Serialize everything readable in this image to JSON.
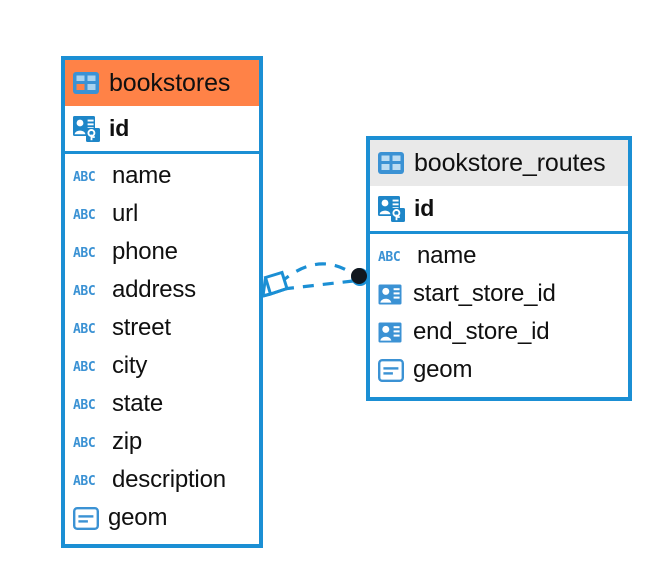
{
  "diagram": {
    "type": "entity-relationship-diagram",
    "background_color": "#ffffff",
    "accent_color": "#1b8fd4",
    "highlight_color": "#ff8247",
    "header_gray": "#e9e9e9",
    "text_color": "#101010"
  },
  "entities": [
    {
      "id": "bookstores",
      "name": "bookstores",
      "header_style": "accent-orange",
      "table_icon": "table-icon",
      "primary_keys": [
        {
          "name": "id",
          "icon": "primary-key-icon"
        }
      ],
      "columns": [
        {
          "name": "name",
          "icon": "text-abc-icon",
          "abc": "ABC"
        },
        {
          "name": "url",
          "icon": "text-abc-icon",
          "abc": "ABC"
        },
        {
          "name": "phone",
          "icon": "text-abc-icon",
          "abc": "ABC"
        },
        {
          "name": "address",
          "icon": "text-abc-icon",
          "abc": "ABC"
        },
        {
          "name": "street",
          "icon": "text-abc-icon",
          "abc": "ABC"
        },
        {
          "name": "city",
          "icon": "text-abc-icon",
          "abc": "ABC"
        },
        {
          "name": "state",
          "icon": "text-abc-icon",
          "abc": "ABC"
        },
        {
          "name": "zip",
          "icon": "text-abc-icon",
          "abc": "ABC"
        },
        {
          "name": "description",
          "icon": "text-abc-icon",
          "abc": "ABC"
        },
        {
          "name": "geom",
          "icon": "geometry-icon"
        }
      ]
    },
    {
      "id": "bookstore_routes",
      "name": "bookstore_routes",
      "header_style": "accent-gray",
      "table_icon": "table-icon",
      "primary_keys": [
        {
          "name": "id",
          "icon": "primary-key-icon"
        }
      ],
      "columns": [
        {
          "name": "name",
          "icon": "text-abc-icon",
          "abc": "ABC"
        },
        {
          "name": "start_store_id",
          "icon": "foreign-key-icon"
        },
        {
          "name": "end_store_id",
          "icon": "foreign-key-icon"
        },
        {
          "name": "geom",
          "icon": "geometry-icon"
        }
      ]
    }
  ],
  "relationships": [
    {
      "id": "rel-start-store",
      "from_entity": "bookstores",
      "to_entity": "bookstore_routes",
      "from_marker": "one-diamond-marker",
      "to_marker": "many-dot-marker",
      "line_style": "dashed",
      "line_color": "#1b8fd4"
    },
    {
      "id": "rel-end-store",
      "from_entity": "bookstores",
      "to_entity": "bookstore_routes",
      "from_marker": "one-diamond-marker",
      "to_marker": "many-dot-marker",
      "line_style": "dashed",
      "line_color": "#1b8fd4"
    }
  ]
}
